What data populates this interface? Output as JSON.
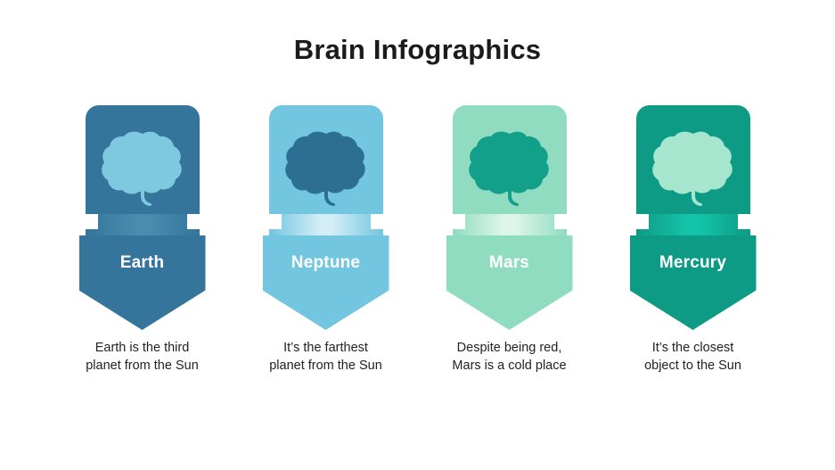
{
  "title": "Brain Infographics",
  "cards": [
    {
      "label": "Earth",
      "caption_line1": "Earth is the third",
      "caption_line2": "planet from the Sun",
      "icon": "brain-icon",
      "pin_color": "#35759c",
      "brain_color": "#7ec8e0",
      "band_color": "#4a8cb0"
    },
    {
      "label": "Neptune",
      "caption_line1": "It’s the farthest",
      "caption_line2": "planet from the Sun",
      "icon": "brain-icon",
      "pin_color": "#72c6df",
      "brain_color": "#2d6f92",
      "band_color": "#d4eef7"
    },
    {
      "label": "Mars",
      "caption_line1": "Despite being red,",
      "caption_line2": "Mars is a cold place",
      "icon": "brain-icon",
      "pin_color": "#8fdcc0",
      "brain_color": "#13a08a",
      "band_color": "#ddf5ea"
    },
    {
      "label": "Mercury",
      "caption_line1": "It’s the closest",
      "caption_line2": "object to the Sun",
      "icon": "brain-icon",
      "pin_color": "#0e9b86",
      "brain_color": "#a6e6cf",
      "band_color": "#13c4a8"
    }
  ]
}
